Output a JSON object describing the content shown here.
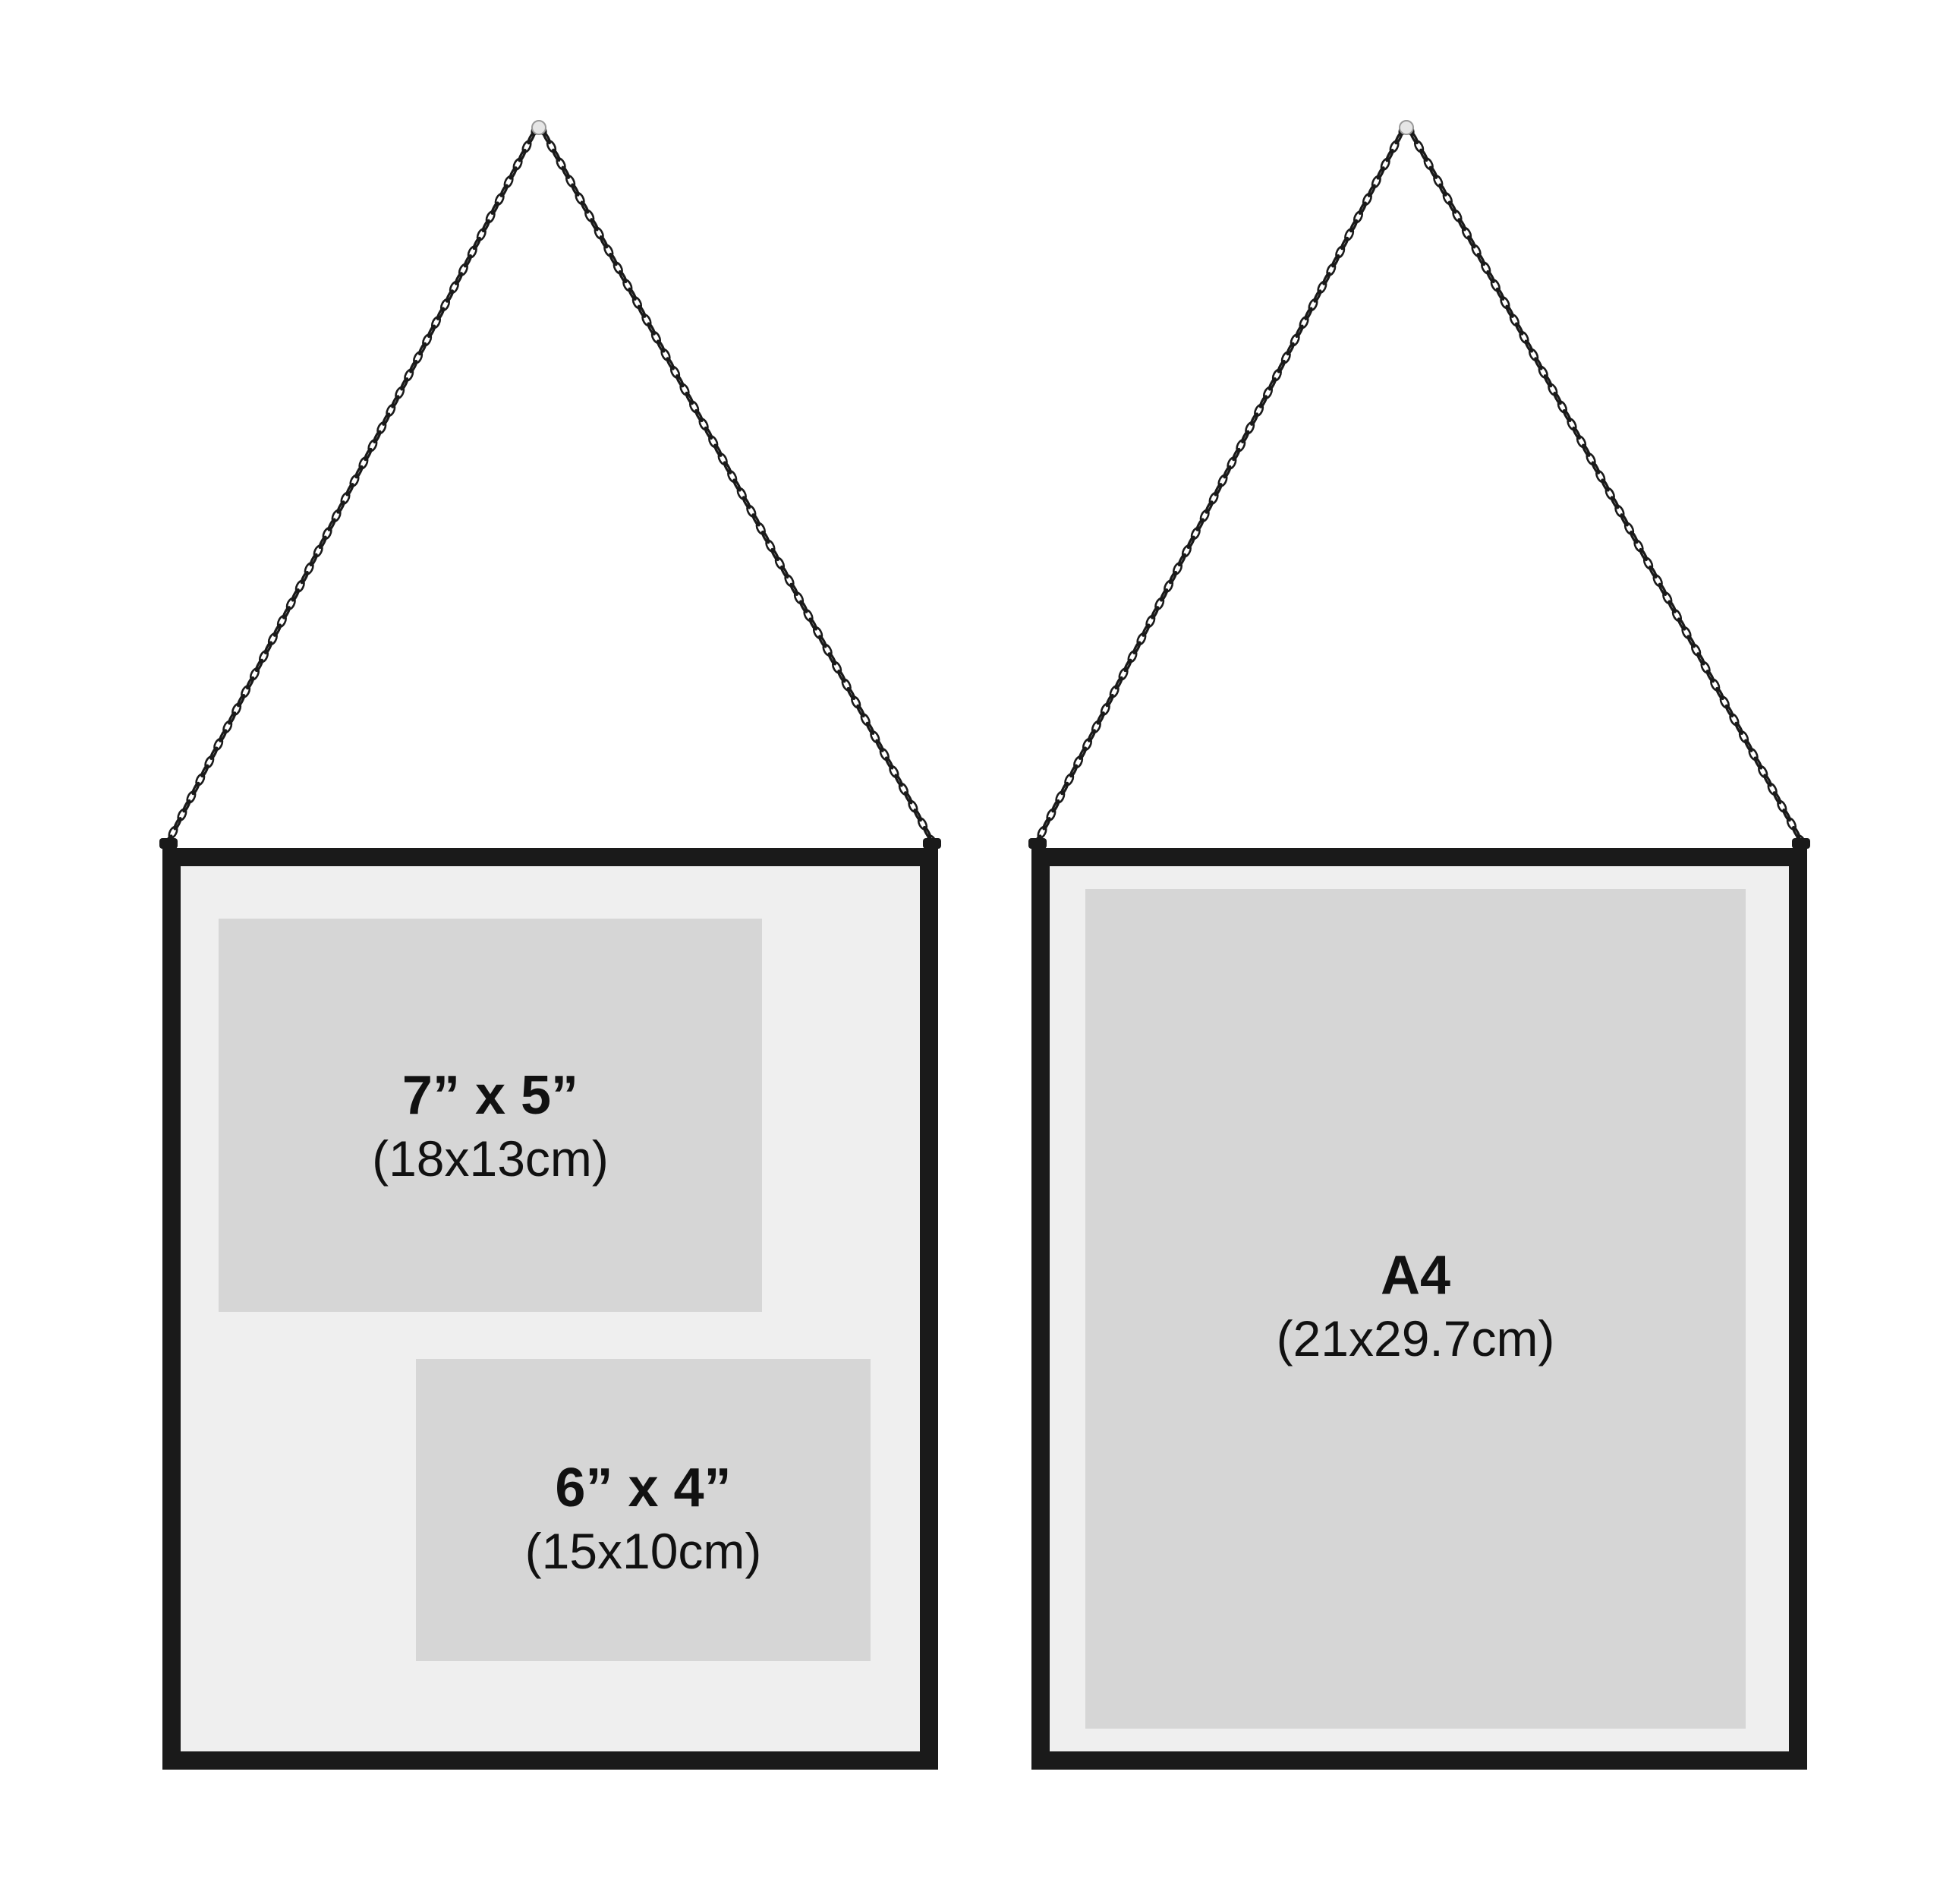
{
  "colors": {
    "frame": "#1a1a1a",
    "glass": "#efefef",
    "photo_slot": "#d6d6d6",
    "chain": "#1a1a1a",
    "background": "#ffffff"
  },
  "frames": [
    {
      "slots": [
        {
          "main": "7” x 5”",
          "sub": "(18x13cm)"
        },
        {
          "main": "6” x 4”",
          "sub": "(15x10cm)"
        }
      ]
    },
    {
      "slots": [
        {
          "main": "A4",
          "sub": "(21x29.7cm)"
        }
      ]
    }
  ]
}
